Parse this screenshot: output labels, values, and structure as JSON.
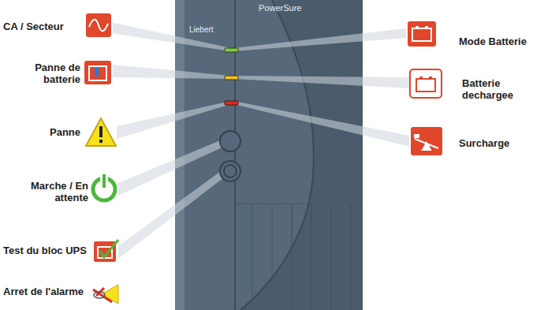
{
  "diagram": {
    "labels": [
      "PowerSure",
      "CA / Secteur",
      "Liebert",
      "Mode Batterie",
      "Panne de batterie",
      "Batterie dechargee",
      "Panne",
      "Surcharge",
      "Marche / En attente",
      "Test du bloc UPS",
      "Arret de l'alarme"
    ]
  }
}
